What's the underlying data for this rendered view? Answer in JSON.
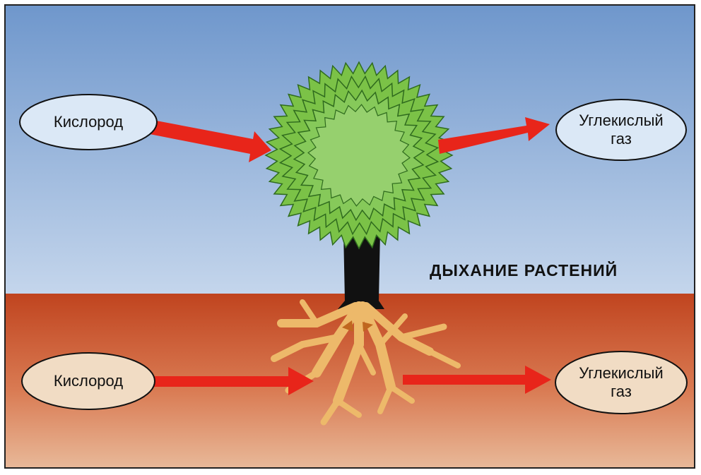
{
  "title": "ДЫХАНИЕ РАСТЕНИЙ",
  "air": {
    "input_label": "Кислород",
    "output_label": "Углекислый\nгаз"
  },
  "soil": {
    "input_label": "Кислород",
    "output_label": "Углекислый\nгаз"
  },
  "colors": {
    "sky_top": "#6f97cc",
    "sky_bottom": "#c5d6ec",
    "soil_top": "#c0441f",
    "soil_bottom": "#e7b08e",
    "arrow": "#e8251a",
    "crown": "#7bc247",
    "trunk": "#111111",
    "roots": "#edb96a",
    "air_ellipse": "#dbe8f6",
    "soil_ellipse": "#f1dcc4"
  }
}
